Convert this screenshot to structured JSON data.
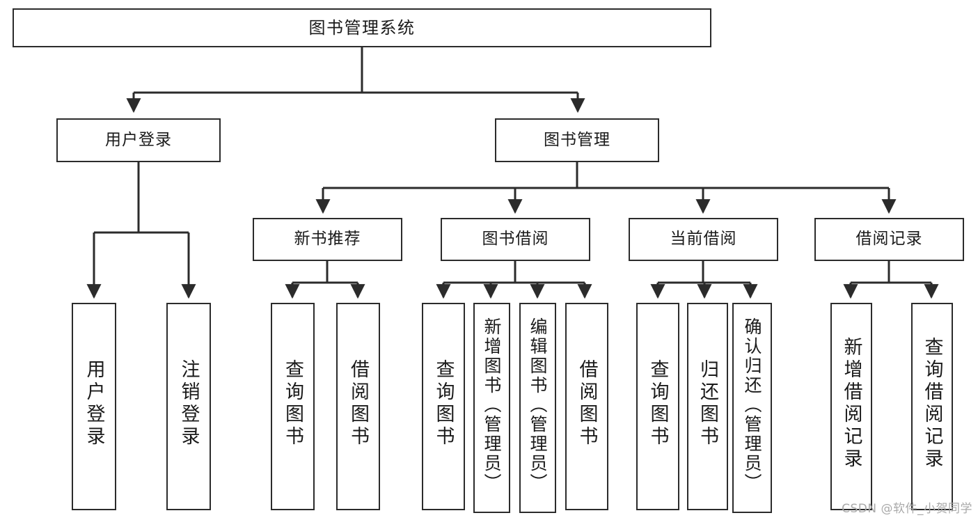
{
  "diagram": {
    "title": "图书管理系统",
    "type": "功能结构图",
    "style": {
      "box_border_color": "#2b2b2b",
      "box_fill_color": "#ffffff",
      "connector_color": "#2b2b2b",
      "text_color": "#1a1a1a",
      "background": "#ffffff"
    },
    "root": {
      "label": "图书管理系统"
    },
    "level2": [
      {
        "label": "用户登录"
      },
      {
        "label": "图书管理"
      }
    ],
    "level3": [
      {
        "label": "新书推荐"
      },
      {
        "label": "图书借阅"
      },
      {
        "label": "当前借阅"
      },
      {
        "label": "借阅记录"
      }
    ],
    "leaves": {
      "user_login": [
        {
          "label": "用户登录"
        },
        {
          "label": "注销登录"
        }
      ],
      "new_book_recommend": [
        {
          "label": "查询图书"
        },
        {
          "label": "借阅图书"
        }
      ],
      "book_borrow": [
        {
          "label": "查询图书"
        },
        {
          "label": "新增图书（管理员）"
        },
        {
          "label": "编辑图书（管理员）"
        },
        {
          "label": "借阅图书"
        }
      ],
      "current_borrow": [
        {
          "label": "查询图书"
        },
        {
          "label": "归还图书"
        },
        {
          "label": "确认归还（管理员）"
        }
      ],
      "borrow_record": [
        {
          "label": "新增借阅记录"
        },
        {
          "label": "查询借阅记录"
        }
      ]
    }
  },
  "watermark": {
    "text": "CSDN @软件_小贺同学"
  }
}
